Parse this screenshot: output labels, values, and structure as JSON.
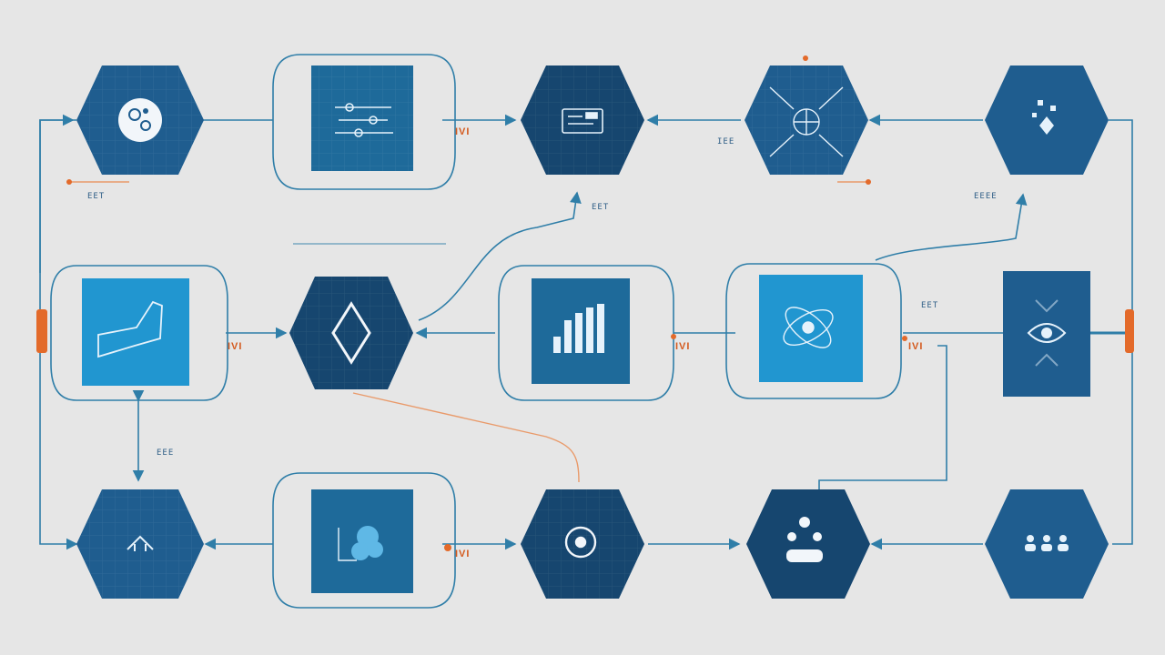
{
  "colors": {
    "background": "#e6e6e6",
    "hex_dark": "#16466f",
    "hex_mid": "#1f5d8f",
    "square_mid": "#1e6a9a",
    "square_bright": "#2196d0",
    "connector": "#2f7ea8",
    "accent_orange": "#e36a2a"
  },
  "nodes": [
    {
      "id": "n1",
      "shape": "hexagon",
      "icon": "gear-cluster-icon"
    },
    {
      "id": "n2",
      "shape": "square",
      "icon": "sliders-icon"
    },
    {
      "id": "n3",
      "shape": "hexagon",
      "icon": "card-icon"
    },
    {
      "id": "n4",
      "shape": "hexagon",
      "icon": "globe-network-icon"
    },
    {
      "id": "n5",
      "shape": "hexagon",
      "icon": "nodes-tree-icon"
    },
    {
      "id": "n6",
      "shape": "square",
      "icon": "curve-graph-icon"
    },
    {
      "id": "n7",
      "shape": "hexagon",
      "icon": "diamond-outline-icon"
    },
    {
      "id": "n8",
      "shape": "square",
      "icon": "bar-chart-icon"
    },
    {
      "id": "n9",
      "shape": "square",
      "icon": "atom-cycle-icon"
    },
    {
      "id": "n10",
      "shape": "square",
      "icon": "eye-cycle-icon"
    },
    {
      "id": "n11",
      "shape": "hexagon",
      "icon": "cross-arrows-icon"
    },
    {
      "id": "n12",
      "shape": "square",
      "icon": "cluster-icon"
    },
    {
      "id": "n13",
      "shape": "hexagon",
      "icon": "target-icon"
    },
    {
      "id": "n14",
      "shape": "hexagon",
      "icon": "people-group-icon"
    },
    {
      "id": "n15",
      "shape": "hexagon",
      "icon": "people-row-icon"
    }
  ],
  "labels": {
    "l_top_left": "EET",
    "l_top_mid": "IVI",
    "l_top_center": "EET",
    "l_top_right": "IEE",
    "l_right_top": "EEEE",
    "l_mid_left_orange": "IVI",
    "l_mid_center_orange": "IVI",
    "l_mid_right_orange": "IVI",
    "l_mid_right": "EET",
    "l_left_vertical": "EEE",
    "l_bottom_center_orange": "IVI"
  }
}
